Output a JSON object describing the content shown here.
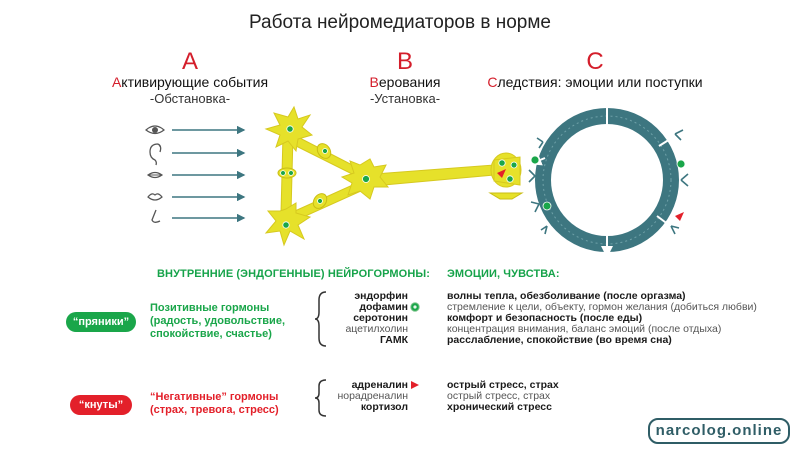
{
  "title": "Работа нейромедиаторов в норме",
  "columns": [
    {
      "letter": "A",
      "head_first": "А",
      "head_rest": "ктивирующие события",
      "sub": "-Обстановка-"
    },
    {
      "letter": "B",
      "head_first": "В",
      "head_rest": "ерования",
      "sub": "-Установка-"
    },
    {
      "letter": "C",
      "head_first": "С",
      "head_rest": "ледствия: эмоции или поступки",
      "sub": ""
    }
  ],
  "senses": [
    "eye-icon",
    "ear-icon",
    "mouth-icon",
    "lips-icon",
    "nose-icon"
  ],
  "section_heads": {
    "left": "ВНУТРЕННИЕ (ЭНДОГЕННЫЕ) НЕЙРОГОРМОНЫ:",
    "right": "ЭМОЦИИ, ЧУВСТВА:"
  },
  "positive": {
    "pill": "“пряники”",
    "desc": [
      "Позитивные гормоны",
      "(радость, удовольствие,",
      "спокойствие, счастье)"
    ],
    "hormones": [
      "эндорфин",
      "дофамин",
      "серотонин",
      "ацетилхолин",
      "ГАМК"
    ],
    "emotions": [
      "волны тепла, обезболивание (после оргазма)",
      "стремление к цели, объекту, гормон желания (добиться любви)",
      "комфорт и безопасность (после еды)",
      "концентрация внимания, баланс эмоций (после отдыха)",
      "расслабление, спокойствие (во время сна)"
    ],
    "color": "#1aa64a"
  },
  "negative": {
    "pill": "“кнуты”",
    "desc": [
      "“Негативные” гормоны",
      "(страх, тревога, стресс)"
    ],
    "hormones": [
      "адреналин",
      "норадреналин",
      "кортизол"
    ],
    "emotions": [
      "острый стресс, страх",
      "острый стресс, страх",
      "хронический стресс"
    ],
    "color": "#e3202a"
  },
  "brand": "narcolog.online",
  "colors": {
    "neuron": "#e6e12a",
    "receptor_ring": "#3d7680",
    "accent_red": "#d41e2b",
    "accent_green": "#1aa64a"
  }
}
